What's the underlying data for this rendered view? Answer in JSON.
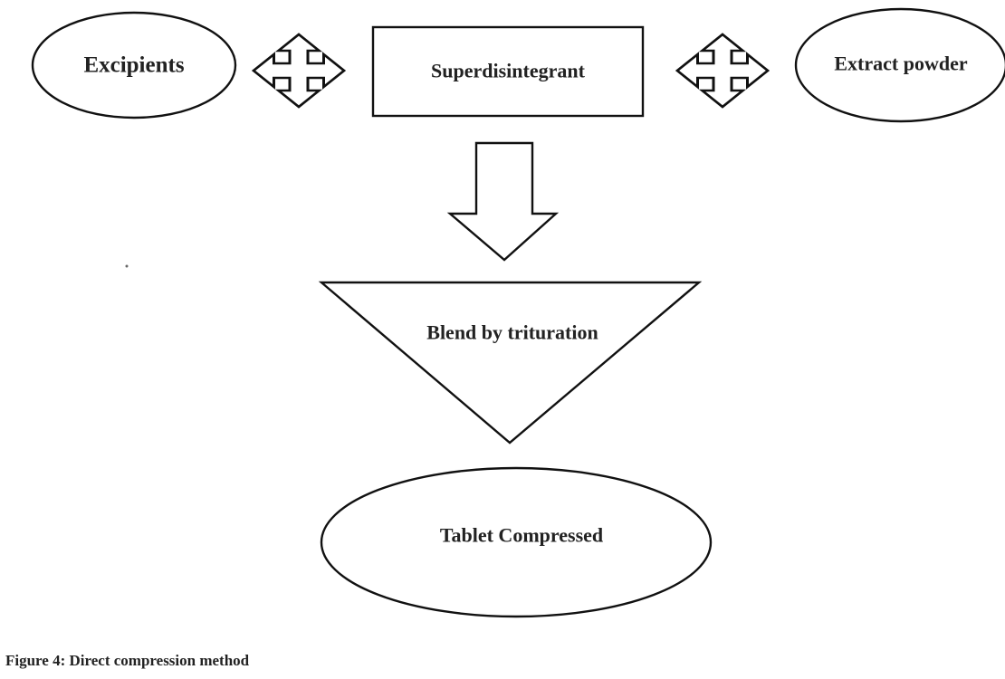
{
  "diagram": {
    "nodes": {
      "excipients": {
        "label": "Excipients",
        "shape": "ellipse"
      },
      "superdisintegrant": {
        "label": "Superdisintegrant",
        "shape": "rectangle"
      },
      "extract_powder": {
        "label": "Extract powder",
        "shape": "ellipse"
      },
      "blend": {
        "label": "Blend by trituration",
        "shape": "inverted-triangle"
      },
      "tablet": {
        "label": "Tablet Compressed",
        "shape": "ellipse"
      }
    },
    "connectors": [
      {
        "from": "excipients",
        "to": "superdisintegrant",
        "type": "four-way-arrow"
      },
      {
        "from": "superdisintegrant",
        "to": "extract_powder",
        "type": "four-way-arrow"
      },
      {
        "from": "superdisintegrant",
        "to": "blend",
        "type": "down-block-arrow"
      }
    ]
  },
  "caption": "Figure 4: Direct compression method"
}
